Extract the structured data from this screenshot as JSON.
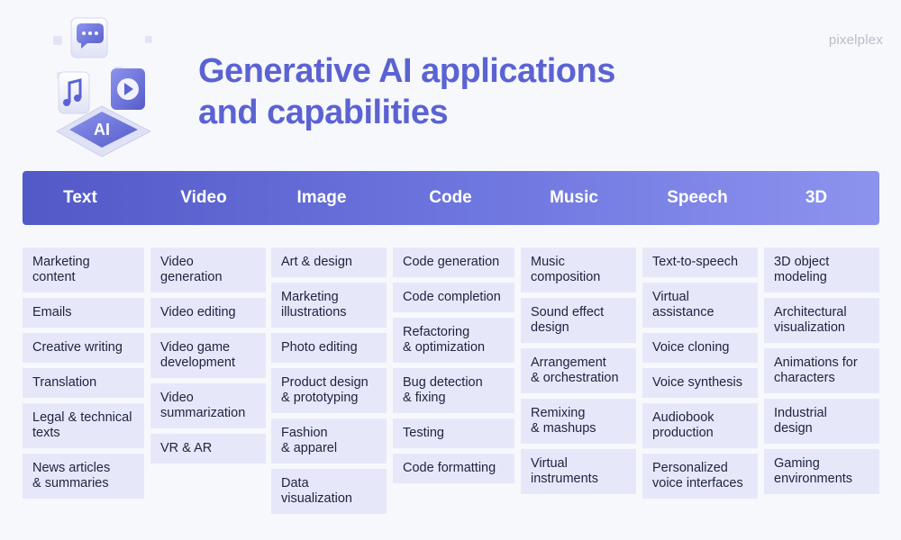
{
  "title_line1": "Generative AI applications",
  "title_line2": "and capabilities",
  "brand": "pixelplex",
  "logo_text": "AI",
  "columns": [
    {
      "header": "Text",
      "items": [
        [
          "Marketing",
          "content"
        ],
        [
          "Emails"
        ],
        [
          "Creative writing"
        ],
        [
          "Translation"
        ],
        [
          "Legal & technical",
          "texts"
        ],
        [
          "News articles",
          "& summaries"
        ]
      ]
    },
    {
      "header": "Video",
      "items": [
        [
          "Video",
          "generation"
        ],
        [
          "Video editing"
        ],
        [
          "Video game",
          "development"
        ],
        [
          "Video",
          "summarization"
        ],
        [
          "VR & AR"
        ]
      ]
    },
    {
      "header": "Image",
      "items": [
        [
          "Art & design"
        ],
        [
          "Marketing",
          "illustrations"
        ],
        [
          "Photo editing"
        ],
        [
          "Product design",
          "& prototyping"
        ],
        [
          "Fashion",
          "& apparel"
        ],
        [
          "Data",
          "visualization"
        ]
      ]
    },
    {
      "header": "Code",
      "items": [
        [
          "Code generation"
        ],
        [
          "Code completion"
        ],
        [
          "Refactoring",
          "& optimization"
        ],
        [
          "Bug detection",
          "& fixing"
        ],
        [
          "Testing"
        ],
        [
          "Code formatting"
        ]
      ]
    },
    {
      "header": "Music",
      "items": [
        [
          "Music",
          "composition"
        ],
        [
          "Sound effect",
          "design"
        ],
        [
          "Arrangement",
          "& orchestration"
        ],
        [
          "Remixing",
          "& mashups"
        ],
        [
          "Virtual",
          "instruments"
        ]
      ]
    },
    {
      "header": "Speech",
      "items": [
        [
          "Text-to-speech"
        ],
        [
          "Virtual",
          "assistance"
        ],
        [
          "Voice cloning"
        ],
        [
          "Voice synthesis"
        ],
        [
          "Audiobook",
          "production"
        ],
        [
          "Personalized",
          "voice interfaces"
        ]
      ]
    },
    {
      "header": "3D",
      "items": [
        [
          "3D object",
          "modeling"
        ],
        [
          "Architectural",
          "visualization"
        ],
        [
          "Animations for",
          "characters"
        ],
        [
          "Industrial",
          "design"
        ],
        [
          "Gaming",
          "environments"
        ]
      ]
    }
  ]
}
